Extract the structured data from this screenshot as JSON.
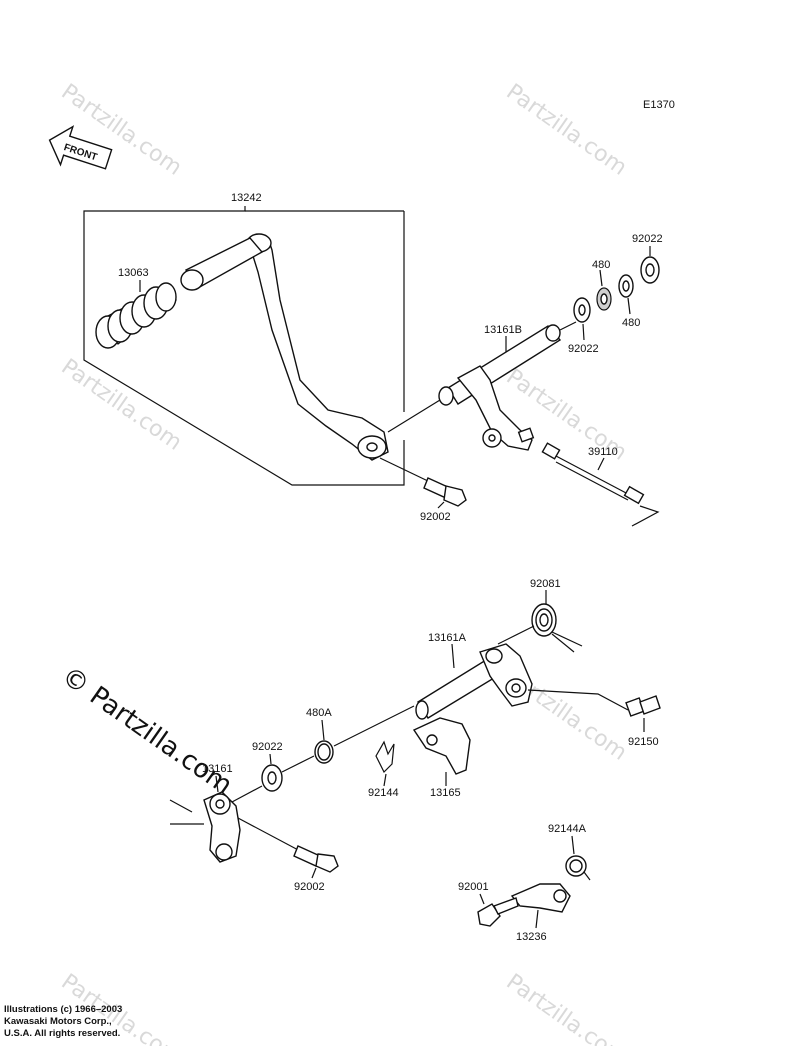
{
  "diagram_code": "E1370",
  "front_label": "FRONT",
  "watermark": "© Partzilla.com",
  "watermark_small": "Partzilla.com",
  "parts": {
    "p13242": "13242",
    "p13063": "13063",
    "p13161B": "13161B",
    "p480_top": "480",
    "p92022_top": "92022",
    "p480_mid": "480",
    "p92022_mid": "92022",
    "p39110": "39110",
    "p92002_top": "92002",
    "p92081": "92081",
    "p13161A": "13161A",
    "p480A": "480A",
    "p92022_low": "92022",
    "p13161": "13161",
    "p92144": "92144",
    "p13165": "13165",
    "p92150": "92150",
    "p92002_low": "92002",
    "p92144A": "92144A",
    "p92001": "92001",
    "p13236": "13236"
  },
  "copyright": {
    "line1": "Illustrations (c) 1966–2003",
    "line2": "Kawasaki Motors Corp.,",
    "line3": "U.S.A.  All rights reserved."
  }
}
